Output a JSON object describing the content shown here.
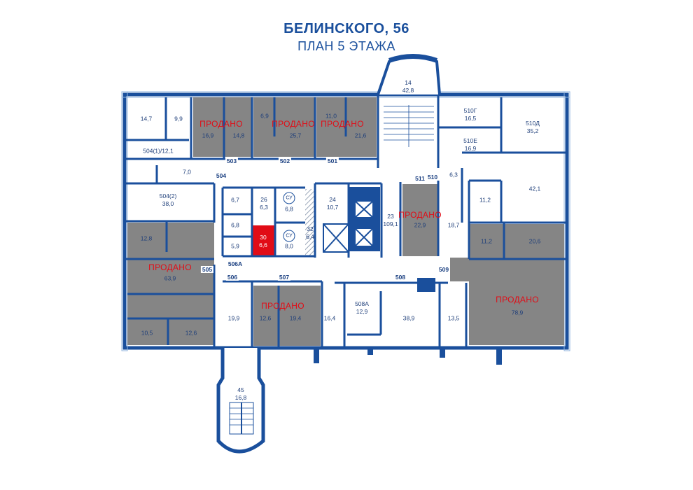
{
  "title": {
    "address": "БЕЛИНСКОГО, 56",
    "floor_plan": "ПЛАН 5 ЭТАЖА"
  },
  "colors": {
    "wall": "#1a4f9c",
    "sold": "#858585",
    "selected": "#e10c16",
    "sold_text": "#e10c16"
  },
  "sold_label": "ПРОДАНО",
  "su_label": "СУ",
  "rooms": [
    {
      "lines": [
        "14,7"
      ]
    },
    {
      "lines": [
        "9,9"
      ]
    },
    {
      "lines": [
        "504(1)/12,1"
      ]
    },
    {
      "lines": [
        "16,9"
      ]
    },
    {
      "lines": [
        "14,8"
      ]
    },
    {
      "lines": [
        "6,9"
      ]
    },
    {
      "lines": [
        "25,7"
      ]
    },
    {
      "lines": [
        "11,0"
      ]
    },
    {
      "lines": [
        "21,6"
      ]
    },
    {
      "lines": [
        "14",
        "42,8"
      ]
    },
    {
      "lines": [
        "510Г",
        "16,5"
      ]
    },
    {
      "lines": [
        "510Д",
        "35,2"
      ]
    },
    {
      "lines": [
        "510Е",
        "16,9"
      ]
    },
    {
      "lines": [
        "7,0"
      ]
    },
    {
      "lines": [
        "504(2)",
        "38,0"
      ]
    },
    {
      "lines": [
        "6,7"
      ]
    },
    {
      "lines": [
        "26",
        "6,3"
      ]
    },
    {
      "lines": [
        "6,8"
      ]
    },
    {
      "lines": [
        "24",
        "10,7"
      ]
    },
    {
      "lines": [
        "23",
        "109,1"
      ]
    },
    {
      "lines": [
        "22,9"
      ]
    },
    {
      "lines": [
        "6,3"
      ]
    },
    {
      "lines": [
        "42,1"
      ]
    },
    {
      "lines": [
        "11,2"
      ]
    },
    {
      "lines": [
        "18,7"
      ]
    },
    {
      "lines": [
        "6,8"
      ]
    },
    {
      "lines": [
        "30",
        "6,6"
      ]
    },
    {
      "lines": [
        "8,0"
      ]
    },
    {
      "lines": [
        "32",
        "6,4"
      ]
    },
    {
      "lines": [
        "5,9"
      ]
    },
    {
      "lines": [
        "12,8"
      ]
    },
    {
      "lines": [
        "63,9"
      ]
    },
    {
      "lines": [
        "11,2"
      ]
    },
    {
      "lines": [
        "20,6"
      ]
    },
    {
      "lines": [
        "19,9"
      ]
    },
    {
      "lines": [
        "12,6"
      ]
    },
    {
      "lines": [
        "19,4"
      ]
    },
    {
      "lines": [
        "16,4"
      ]
    },
    {
      "lines": [
        "508А",
        "12,9"
      ]
    },
    {
      "lines": [
        "38,9"
      ]
    },
    {
      "lines": [
        "13,5"
      ]
    },
    {
      "lines": [
        "78,9"
      ]
    },
    {
      "lines": [
        "10,5"
      ]
    },
    {
      "lines": [
        "12,6"
      ]
    },
    {
      "lines": [
        "45",
        "16,8"
      ]
    }
  ],
  "unit_numbers": [
    "503",
    "502",
    "501",
    "504",
    "511",
    "510",
    "506А",
    "505",
    "506",
    "507",
    "508",
    "509"
  ]
}
